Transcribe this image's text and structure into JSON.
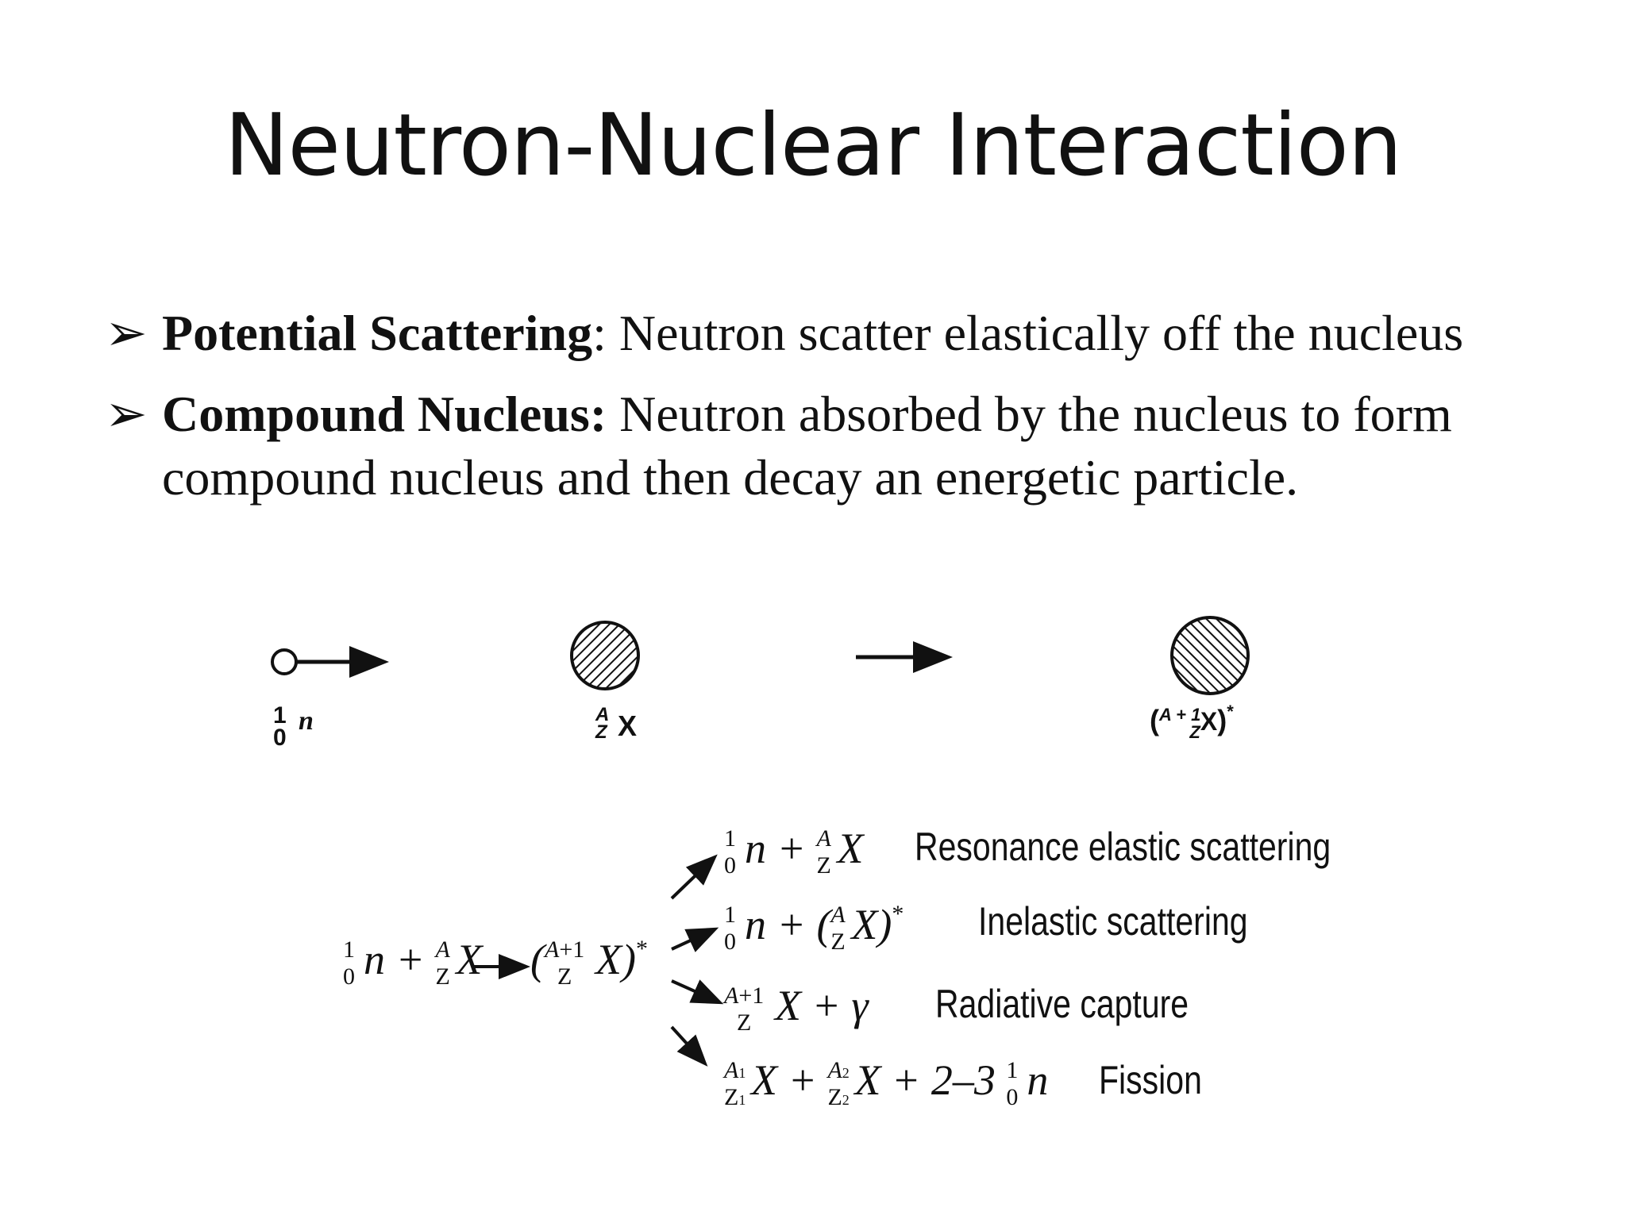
{
  "slide": {
    "title": "Neutron-Nuclear Interaction",
    "bullets": [
      {
        "term": "Potential Scattering",
        "text": ": Neutron scatter elastically off the nucleus"
      },
      {
        "term": "Compound Nucleus:",
        "text": " Neutron absorbed by the nucleus to form compound nucleus and then decay an energetic particle."
      }
    ]
  },
  "diagram": {
    "top_row": {
      "neutron": {
        "A": "1",
        "Z": "0",
        "symbol": "n"
      },
      "target": {
        "A": "A",
        "Z": "Z",
        "symbol": "X"
      },
      "compound": {
        "label": "(A + 1 X)*",
        "A": "A + 1",
        "Z": "Z",
        "symbol": "X"
      }
    },
    "reaction": {
      "lhs": "n + X",
      "compound": "(X)*",
      "products": [
        {
          "equation": "n + X",
          "name": "Resonance elastic scattering"
        },
        {
          "equation": "n + (X)*",
          "name": "Inelastic scattering"
        },
        {
          "equation": "X + γ",
          "name": "Radiative capture"
        },
        {
          "equation": "X + X + 2–3 n",
          "name": "Fission"
        }
      ]
    }
  }
}
